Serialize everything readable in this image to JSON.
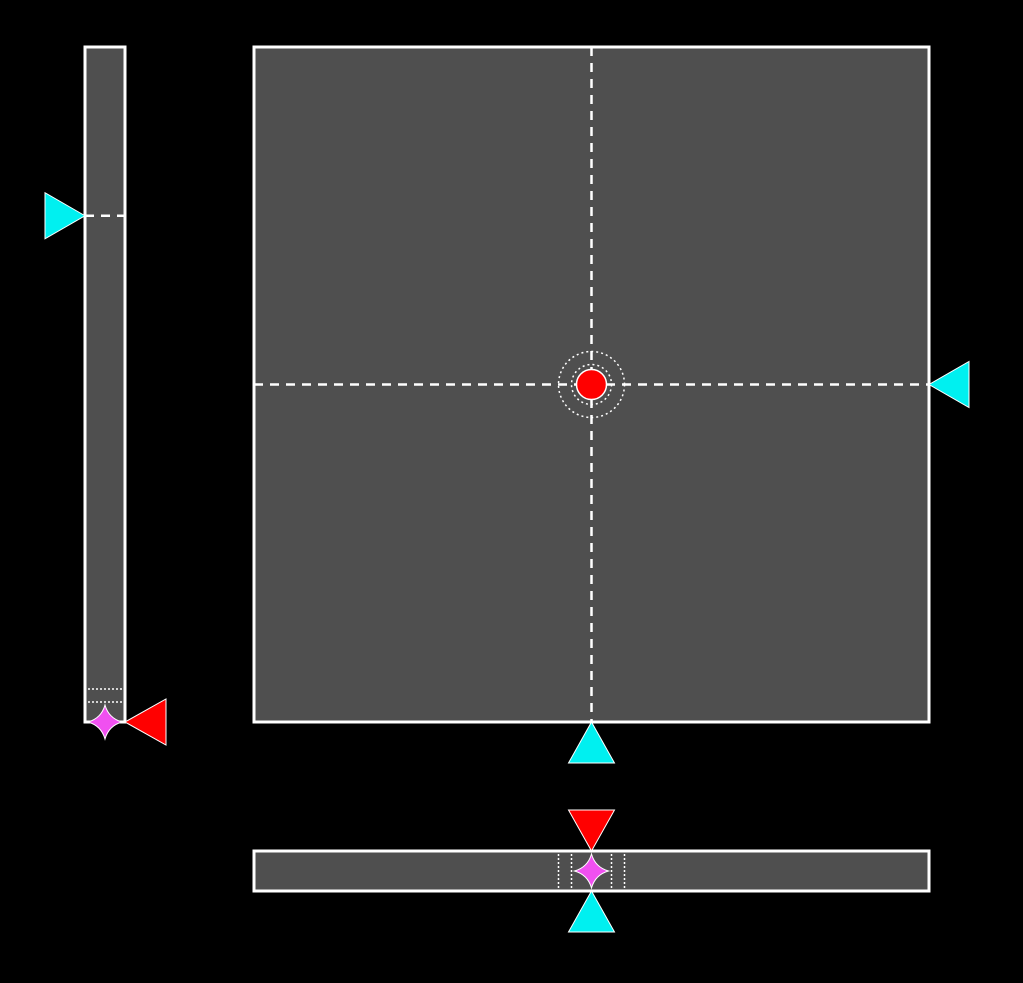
{
  "colors": {
    "background": "#000000",
    "panel": "#4f4f4f",
    "border": "#ffffff",
    "target_marker": "#00f0f0",
    "current_marker": "#ff0000",
    "cursor_star": "#f050f0"
  },
  "vertical_slider": {
    "target": 0.25,
    "current": 1.0,
    "cursor": 1.0
  },
  "horizontal_slider": {
    "target": 0.5,
    "current": 0.5,
    "cursor": 0.5
  },
  "icons": {
    "target": "triangle-marker",
    "current": "triangle-marker",
    "cursor": "four-point-star",
    "point": "filled-circle"
  }
}
